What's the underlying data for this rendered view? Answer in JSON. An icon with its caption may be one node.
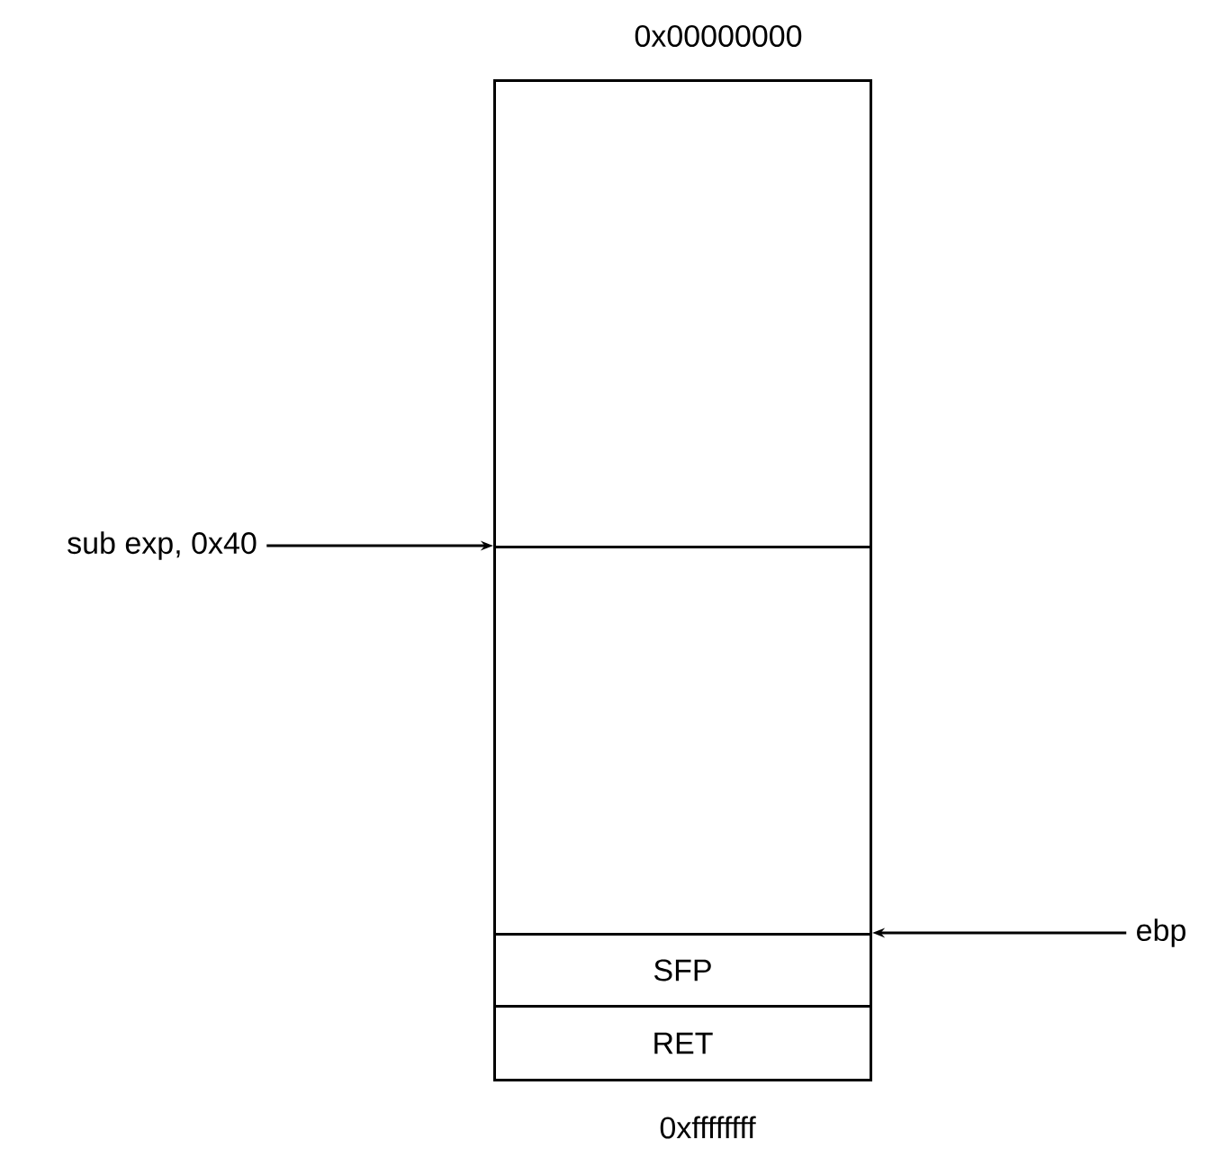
{
  "diagram": {
    "nodes": [
      {
        "text": [],
        "shape": "box"
      },
      {
        "text": [],
        "shape": "box"
      },
      {
        "text": [
          "SFP"
        ]
      },
      {
        "text": [
          "RET"
        ]
      },
      {
        "text": [
          "sub exp, 0x40"
        ]
      },
      {
        "text": [
          "ebp"
        ]
      }
    ],
    "edges": [
      {
        "from": 4,
        "to": 1,
        "arrow": "to"
      },
      {
        "from": 5,
        "to": 2,
        "arrow": "to"
      }
    ],
    "labels": [
      "0x00000000",
      "0xffffffff"
    ]
  }
}
